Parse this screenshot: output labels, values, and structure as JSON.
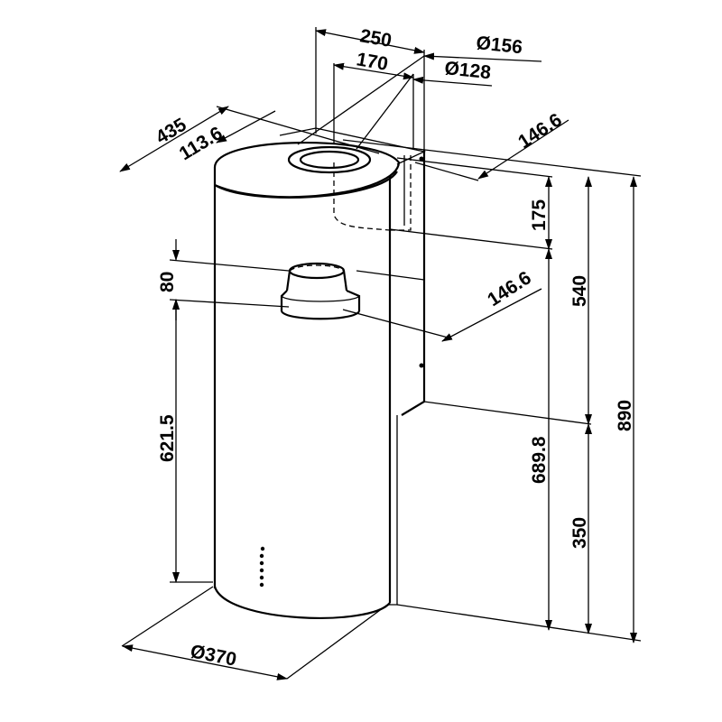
{
  "dimensions": {
    "top_width": "250",
    "dia_outer": "Ø156",
    "inner_width": "170",
    "dia_inner": "Ø128",
    "depth_total": "435",
    "depth_offset": "113.6",
    "offset_top": "146.6",
    "height_175": "175",
    "outlet_height": "80",
    "offset_mid": "146.6",
    "height_540": "540",
    "height_621": "621.5",
    "height_689": "689.8",
    "height_890": "890",
    "height_350": "350",
    "diameter_base": "Ø370"
  }
}
